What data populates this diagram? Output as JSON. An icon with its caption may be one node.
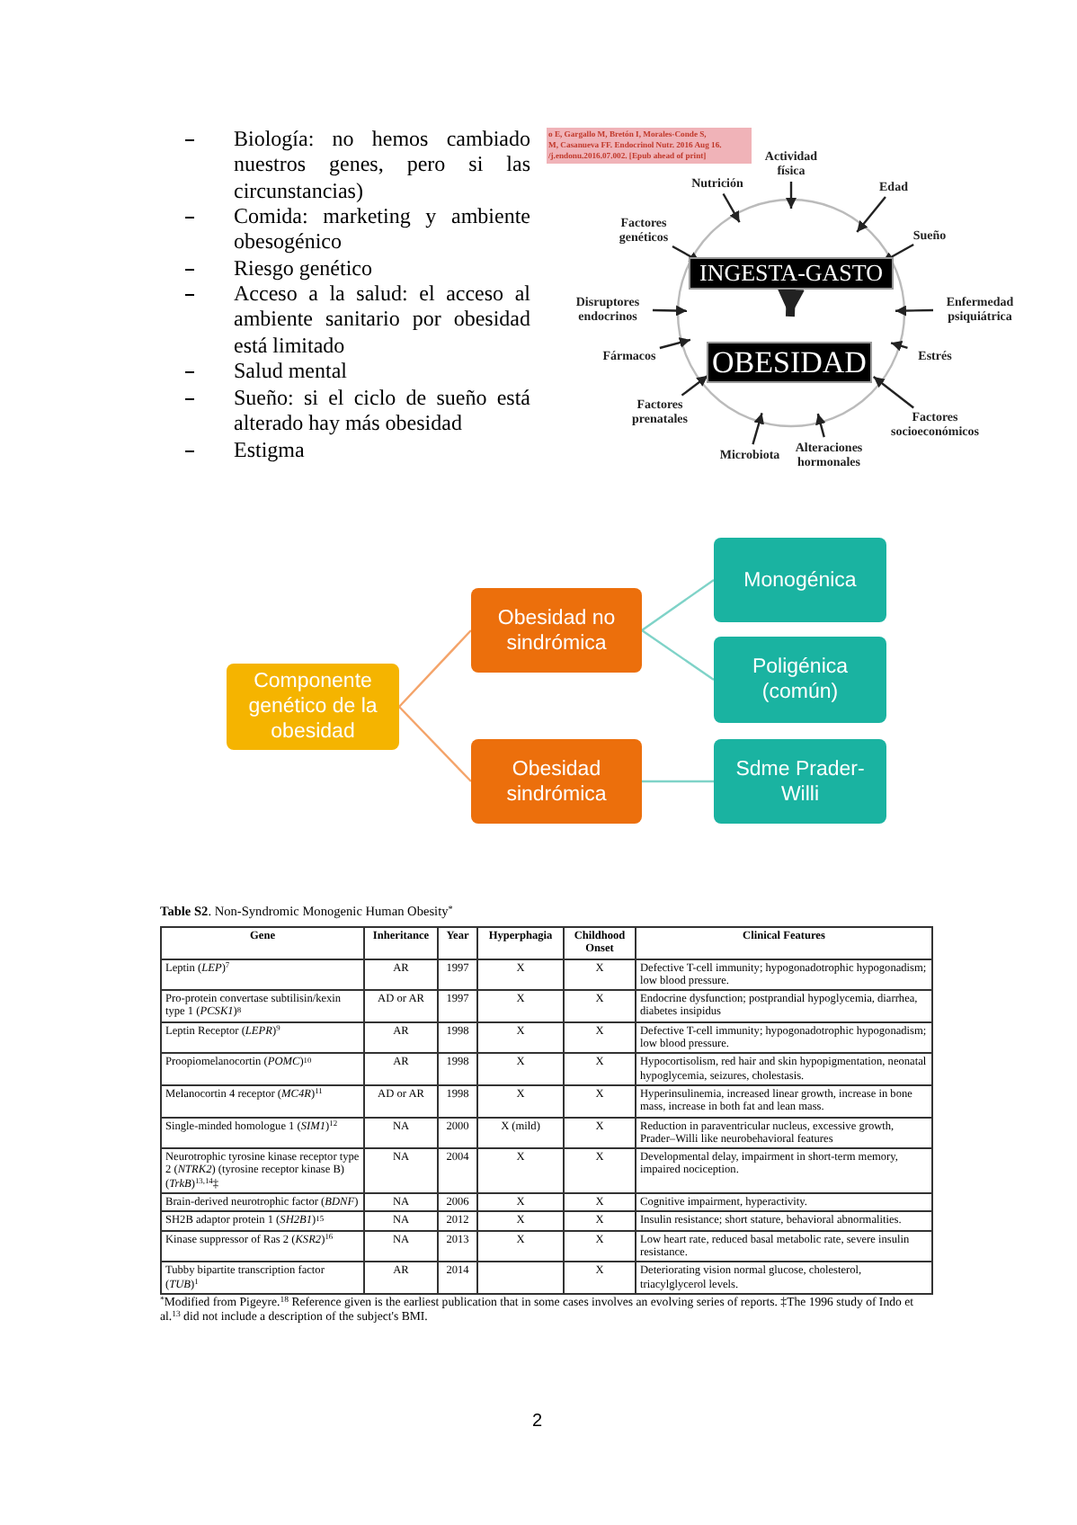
{
  "diagram": {
    "nodes": [
      {
        "text": [],
        "shape": "circle"
      },
      {
        "text": [
          "INGESTA-GASTO"
        ],
        "in": 0
      },
      {
        "text": [
          "OBESIDAD"
        ],
        "in": 0
      },
      {
        "text": [
          "Actividad física"
        ]
      },
      {
        "text": [
          "Nutrición"
        ]
      },
      {
        "text": [
          "Edad"
        ]
      },
      {
        "text": [
          "Factores genéticos"
        ]
      },
      {
        "text": [
          "Sueño"
        ]
      },
      {
        "text": [
          "Disruptores endocrinos"
        ]
      },
      {
        "text": [
          "Enfermedad psiquiátrica"
        ]
      },
      {
        "text": [
          "Fármacos"
        ]
      },
      {
        "text": [
          "Estrés"
        ]
      },
      {
        "text": [
          "Factores prenatales"
        ]
      },
      {
        "text": [
          "Factores socioeconómicos"
        ]
      },
      {
        "text": [
          "Microbiota"
        ]
      },
      {
        "text": [
          "Alteraciones hormonales"
        ]
      },
      {
        "text": [
          "Componente genético de la obesidad"
        ]
      },
      {
        "text": [
          "Obesidad no sindrómica"
        ]
      },
      {
        "text": [
          "Obesidad sindrómica"
        ]
      },
      {
        "text": [
          "Monogénica"
        ]
      },
      {
        "text": [
          "Poligénica (común)"
        ]
      },
      {
        "text": [
          "Sdme Prader-Willi"
        ]
      }
    ],
    "edges": [
      {
        "from": 1,
        "to": 2,
        "arrow": "to",
        "style": "thick"
      },
      {
        "from": 3,
        "to": 0,
        "arrow": "to"
      },
      {
        "from": 4,
        "to": 0,
        "arrow": "to"
      },
      {
        "from": 5,
        "to": 0,
        "arrow": "to"
      },
      {
        "from": 6,
        "to": 0,
        "arrow": "to"
      },
      {
        "from": 7,
        "to": 0,
        "arrow": "to"
      },
      {
        "from": 8,
        "to": 0,
        "arrow": "to"
      },
      {
        "from": 9,
        "to": 0,
        "arrow": "to"
      },
      {
        "from": 10,
        "to": 0,
        "arrow": "to"
      },
      {
        "from": 11,
        "to": 0,
        "arrow": "to"
      },
      {
        "from": 12,
        "to": 0,
        "arrow": "to"
      },
      {
        "from": 13,
        "to": 0,
        "arrow": "to"
      },
      {
        "from": 14,
        "to": 0,
        "arrow": "to"
      },
      {
        "from": 15,
        "to": 0,
        "arrow": "to"
      },
      {
        "from": 16,
        "to": 17,
        "arrow": "none",
        "color": "#f4a46a"
      },
      {
        "from": 16,
        "to": 18,
        "arrow": "none",
        "color": "#f4a46a"
      },
      {
        "from": 17,
        "to": 19,
        "arrow": "none",
        "color": "#7fd3c8"
      },
      {
        "from": 17,
        "to": 20,
        "arrow": "none",
        "color": "#7fd3c8"
      },
      {
        "from": 18,
        "to": 21,
        "arrow": "none",
        "color": "#7fd3c8"
      }
    ],
    "labels": [
      "Biología: no hemos cambiado nuestros genes, pero si las circunstancias)",
      "Comida: marketing y ambiente obesogénico",
      "Riesgo genético",
      "Acceso a la salud: el acceso al ambiente sanitario por obesidad está limitado",
      "Salud mental",
      "Sueño: si el ciclo de sueño está alterado hay más obesidad",
      "Estigma",
      "o E, Gargallo M, Bretón I, Morales-Conde S,",
      "M, Casanueva FF. Endocrinol Nutr. 2016 Aug 16.",
      "/j.endonu.2016.07.002. [Epub ahead of print]",
      "**Table S2**. Non-Syndromic Monogenic Human Obesity$^{*}$",
      "Gene",
      "Inheritance",
      "Year",
      "Hyperphagia",
      "Childhood Onset",
      "Clinical Features",
      "Leptin (*LEP*)$^{7}$",
      "AR",
      "1997",
      "X",
      "X",
      "Defective T-cell immunity; hypogonadotrophic hypogonadism; low blood pressure.",
      "Pro-protein convertase subtilisin/kexin type 1 (*PCSK1*)$^{8}$",
      "AD or AR",
      "1997",
      "X",
      "X",
      "Endocrine dysfunction; postprandial hypoglycemia, diarrhea, diabetes insipidus",
      "Leptin Receptor (*LEPR*)$^{9}$",
      "AR",
      "1998",
      "X",
      "X",
      "Defective T-cell immunity; hypogonadotrophic hypogonadism; low blood pressure.",
      "Proopiomelanocortin (*POMC*)$^{10}$",
      "AR",
      "1998",
      "X",
      "X",
      "Hypocortisolism, red hair and skin hypopigmentation, neonatal hypoglycemia, seizures, cholestasis.",
      "Melanocortin 4 receptor (*MC4R*)$^{11}$",
      "AD or AR",
      "1998",
      "X",
      "X",
      "Hyperinsulinemia, increased linear growth, increase in bone mass, increase in both fat and lean mass.",
      "Single-minded homologue 1 (*SIM1*)$^{12}$",
      "NA",
      "2000",
      "X (mild)",
      "X",
      "Reduction in paraventricular nucleus, excessive growth, Prader–Willi like neurobehavioral features",
      "Neurotrophic tyrosine kinase receptor type 2 (*NTRK2*) (tyrosine receptor kinase B) (*TrkB*)$^{13,14}$‡",
      "NA",
      "2004",
      "X",
      "X",
      "Developmental delay, impairment in short-term memory, impaired nociception.",
      "Brain-derived neurotrophic factor (*BDNF*)",
      "NA",
      "2006",
      "X",
      "X",
      "Cognitive impairment, hyperactivity.",
      "SH2B adaptor protein 1 (*SH2B1*)$^{15}$",
      "NA",
      "2012",
      "X",
      "X",
      "Insulin resistance; short stature, behavioral abnormalities.",
      "Kinase suppressor of Ras 2 (*KSR2*)$^{16}$",
      "NA",
      "2013",
      "X",
      "X",
      "Low heart rate, reduced basal metabolic rate, severe insulin resistance.",
      "Tubby bipartite transcription factor (*TUB*)$^{1}$",
      "AR",
      "2014",
      "X",
      "Deteriorating vision normal glucose, cholesterol, triacylglycerol levels.",
      "$^{*}$Modified from Pigeyre.$^{18}$ Reference given is the earliest publication that in some cases involves an evolving series of reports. ‡The 1996 study of Indo et al.$^{13}$ did not include a description of the subject's BMI.",
      "2"
    ]
  }
}
